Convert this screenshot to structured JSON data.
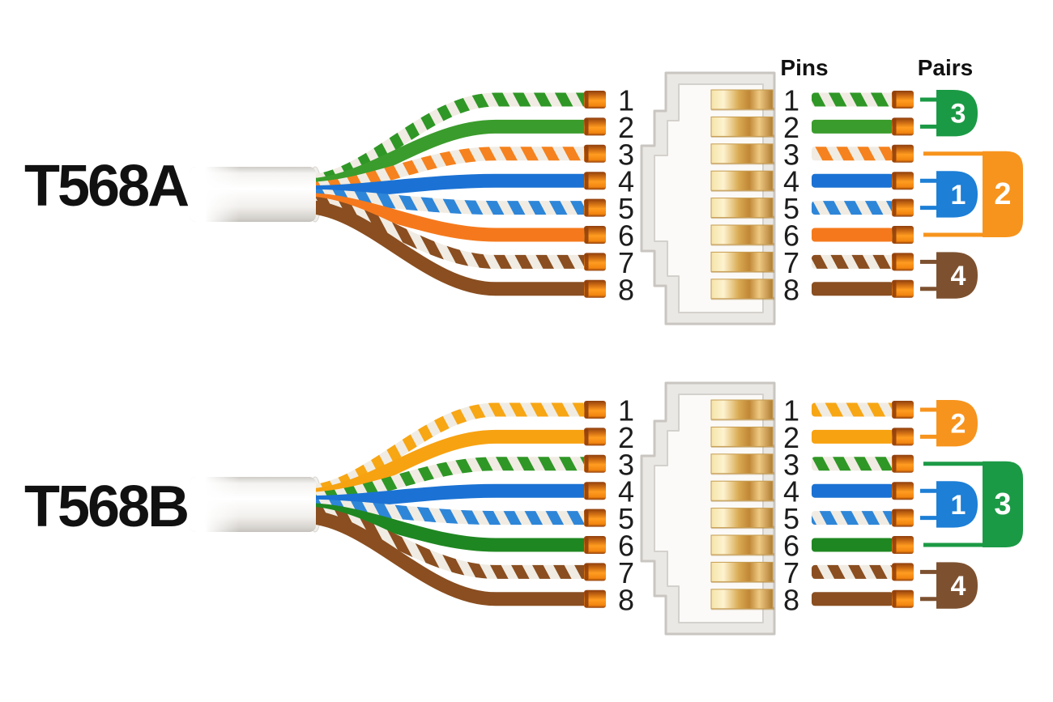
{
  "headers": {
    "pins": "Pins",
    "pairs": "Pairs"
  },
  "pin_numbers": [
    "1",
    "2",
    "3",
    "4",
    "5",
    "6",
    "7",
    "8"
  ],
  "colors": {
    "solid": {
      "green_a": "#3a9c2c",
      "green_b": "#1f8721",
      "orange": "#f5791c",
      "amber": "#f7a211",
      "blue": "#1b72d4",
      "brown": "#8a4e20"
    },
    "stripe": {
      "green": "#2f9726",
      "orange": "#f5821e",
      "amber": "#f7a614",
      "blue": "#2e86d8",
      "brown": "#8a4e20"
    },
    "stripe_base": "#f1ece3",
    "badge": {
      "green": "#1b9a45",
      "orange": "#f7941d",
      "blue": "#1d7fd6",
      "brown": "#7d5130"
    },
    "tip": {
      "dark": "#8f3f0e",
      "mid": "#cd6c13",
      "bright": "#ff9c20"
    },
    "connector": {
      "body": "#eae8e4",
      "outline": "#c9c5c1",
      "inner": "#fbfaf8",
      "inner_line": "#d4d1cd",
      "gold_light": "#fdf3d0",
      "gold_mid": "#c08736",
      "gold_hi": "#eec983",
      "gold_edge": "#c69c50"
    },
    "cable": {
      "edge": "#cfccc7",
      "body": "#ffffff",
      "shadow": "#c4c1bc"
    },
    "text": "#1d1d1d"
  },
  "diagrams": [
    {
      "label": "T568A",
      "wires": [
        {
          "pin": "1",
          "name": "white-green",
          "style": "stripe",
          "color": "green"
        },
        {
          "pin": "2",
          "name": "green",
          "style": "solid",
          "color": "green_a"
        },
        {
          "pin": "3",
          "name": "white-orange",
          "style": "stripe",
          "color": "orange"
        },
        {
          "pin": "4",
          "name": "blue",
          "style": "solid",
          "color": "blue"
        },
        {
          "pin": "5",
          "name": "white-blue",
          "style": "stripe",
          "color": "blue"
        },
        {
          "pin": "6",
          "name": "orange",
          "style": "solid",
          "color": "orange"
        },
        {
          "pin": "7",
          "name": "white-brown",
          "style": "stripe",
          "color": "brown"
        },
        {
          "pin": "8",
          "name": "brown",
          "style": "solid",
          "color": "brown"
        }
      ],
      "pairs": [
        {
          "number": "3",
          "color": "green",
          "from": 1,
          "to": 2,
          "size": "small"
        },
        {
          "number": "2",
          "color": "orange",
          "from": 3,
          "to": 6,
          "size": "big"
        },
        {
          "number": "1",
          "color": "blue",
          "from": 4,
          "to": 5,
          "size": "small"
        },
        {
          "number": "4",
          "color": "brown",
          "from": 7,
          "to": 8,
          "size": "small"
        }
      ]
    },
    {
      "label": "T568B",
      "wires": [
        {
          "pin": "1",
          "name": "white-orange",
          "style": "stripe",
          "color": "amber"
        },
        {
          "pin": "2",
          "name": "orange",
          "style": "solid",
          "color": "amber"
        },
        {
          "pin": "3",
          "name": "white-green",
          "style": "stripe",
          "color": "green"
        },
        {
          "pin": "4",
          "name": "blue",
          "style": "solid",
          "color": "blue"
        },
        {
          "pin": "5",
          "name": "white-blue",
          "style": "stripe",
          "color": "blue"
        },
        {
          "pin": "6",
          "name": "green",
          "style": "solid",
          "color": "green_b"
        },
        {
          "pin": "7",
          "name": "white-brown",
          "style": "stripe",
          "color": "brown"
        },
        {
          "pin": "8",
          "name": "brown",
          "style": "solid",
          "color": "brown"
        }
      ],
      "pairs": [
        {
          "number": "2",
          "color": "orange",
          "from": 1,
          "to": 2,
          "size": "small"
        },
        {
          "number": "3",
          "color": "green",
          "from": 3,
          "to": 6,
          "size": "big"
        },
        {
          "number": "1",
          "color": "blue",
          "from": 4,
          "to": 5,
          "size": "small"
        },
        {
          "number": "4",
          "color": "brown",
          "from": 7,
          "to": 8,
          "size": "small"
        }
      ]
    }
  ]
}
